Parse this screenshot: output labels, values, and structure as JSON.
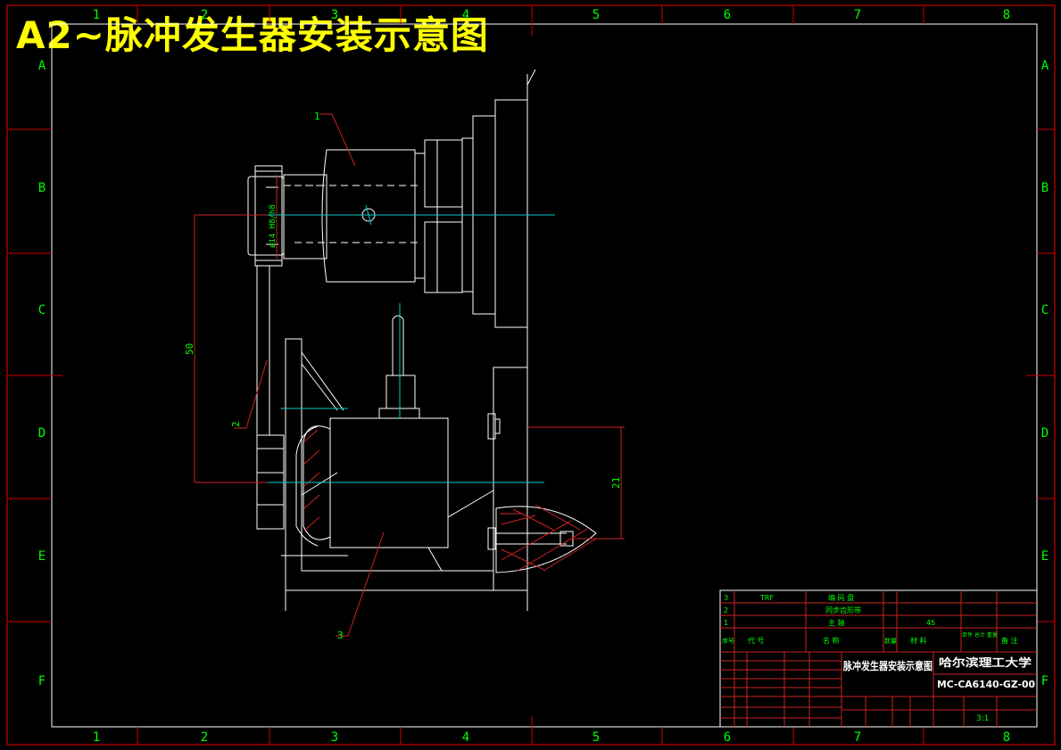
{
  "heading": "A2~脉冲发生器安装示意图",
  "grid": {
    "columns": [
      "1",
      "2",
      "3",
      "4",
      "5",
      "6",
      "7",
      "8"
    ],
    "rows": [
      "A",
      "B",
      "C",
      "D",
      "E",
      "F"
    ]
  },
  "part_labels": [
    "1",
    "2",
    "3"
  ],
  "dimensions": {
    "fit": "ø14 H8/h8",
    "center_distance": "50",
    "offset": "21"
  },
  "parts_list": [
    {
      "no": "3",
      "code": "TRF",
      "name": "编 码 盘"
    },
    {
      "no": "2",
      "code": "",
      "name": "同步齿形带"
    },
    {
      "no": "1",
      "code": "",
      "name": "主 轴",
      "material": "45"
    }
  ],
  "parts_header": {
    "no": "序号",
    "code": "代 号",
    "name": "名 称",
    "qty": "数量",
    "material": "材 料",
    "weight": "单件 总计 重量",
    "remark": "备 注"
  },
  "title_block": {
    "drawing_title": "脉冲发生器安装示意图",
    "school": "哈尔滨理工大学",
    "drawing_no": "MC-CA6140-GZ-00",
    "scale": "3:1"
  }
}
